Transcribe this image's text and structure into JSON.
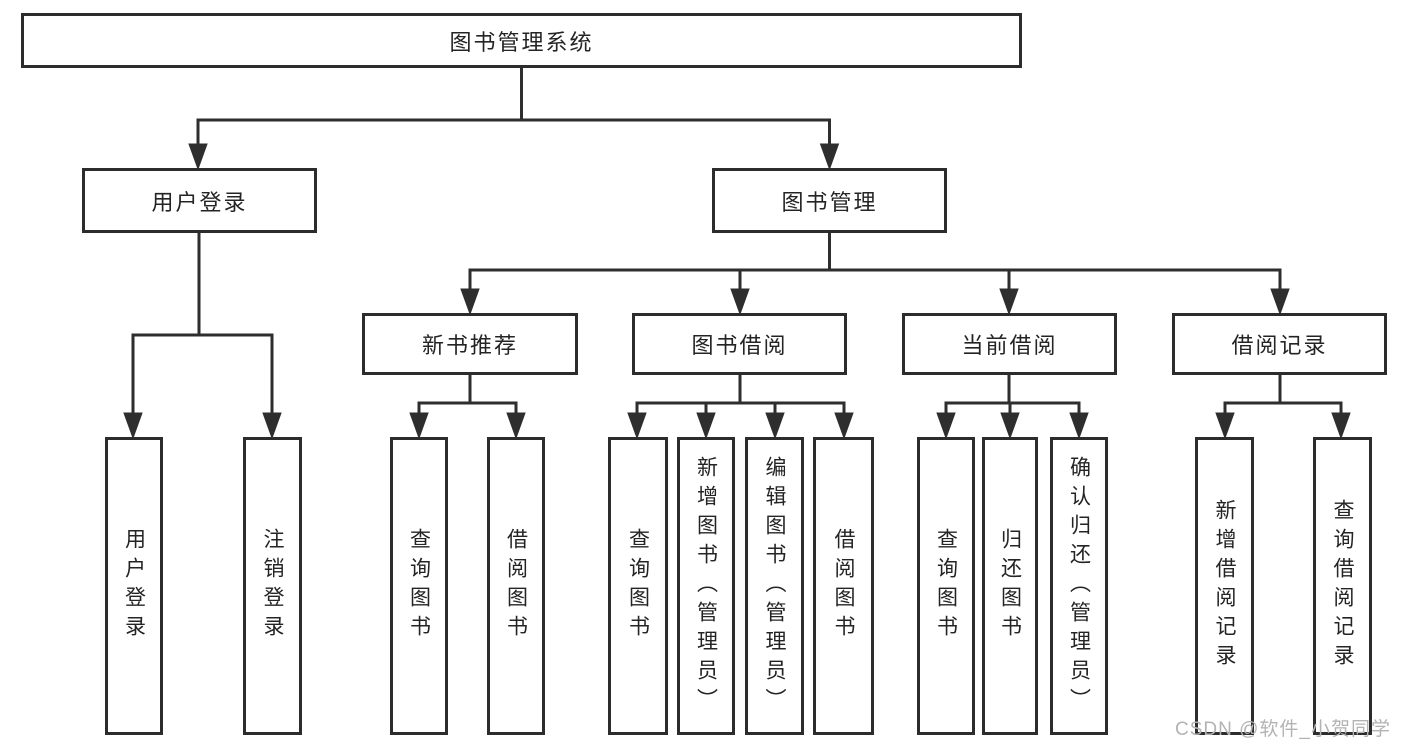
{
  "diagram": {
    "root": {
      "label": "图书管理系统"
    },
    "branches": [
      {
        "label": "用户登录",
        "children": [
          {
            "label": "用户登录"
          },
          {
            "label": "注销登录"
          }
        ]
      },
      {
        "label": "图书管理",
        "children": [
          {
            "label": "新书推荐",
            "children": [
              {
                "label": "查询图书"
              },
              {
                "label": "借阅图书"
              }
            ]
          },
          {
            "label": "图书借阅",
            "children": [
              {
                "label": "查询图书"
              },
              {
                "label": "新增图书（管理员）"
              },
              {
                "label": "编辑图书（管理员）"
              },
              {
                "label": "借阅图书"
              }
            ]
          },
          {
            "label": "当前借阅",
            "children": [
              {
                "label": "查询图书"
              },
              {
                "label": "归还图书"
              },
              {
                "label": "确认归还（管理员）"
              }
            ]
          },
          {
            "label": "借阅记录",
            "children": [
              {
                "label": "新增借阅记录"
              },
              {
                "label": "查询借阅记录"
              }
            ]
          }
        ]
      }
    ]
  },
  "colors": {
    "line": "#2e2e2e",
    "border": "#2c2c2c",
    "text": "#242424",
    "background": "#ffffff",
    "watermark": "#b3b3b3"
  },
  "watermark": "CSDN @软件_小贺同学"
}
